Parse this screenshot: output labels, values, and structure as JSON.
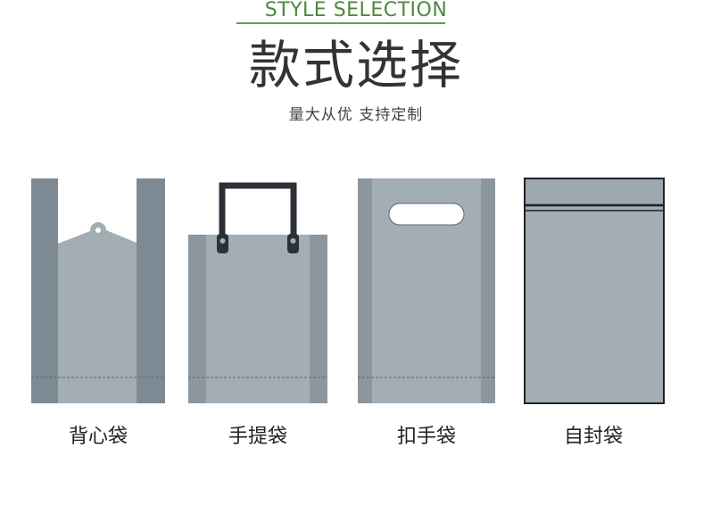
{
  "header": {
    "english_title": "STYLE SELECTION",
    "chinese_title": "款式选择",
    "subtitle": "量大从优 支持定制"
  },
  "bags": [
    {
      "id": "vest",
      "label": "背心袋",
      "icon": "vest-bag-icon"
    },
    {
      "id": "handle",
      "label": "手提袋",
      "icon": "handle-bag-icon"
    },
    {
      "id": "diecut",
      "label": "扣手袋",
      "icon": "die-cut-handle-bag-icon"
    },
    {
      "id": "ziplock",
      "label": "自封袋",
      "icon": "ziplock-bag-icon"
    }
  ],
  "colors": {
    "accent_green": "#4d8a3e",
    "bag_body": "#a3adb4",
    "bag_side": "#7e8a93",
    "handle": "#2c3138"
  }
}
